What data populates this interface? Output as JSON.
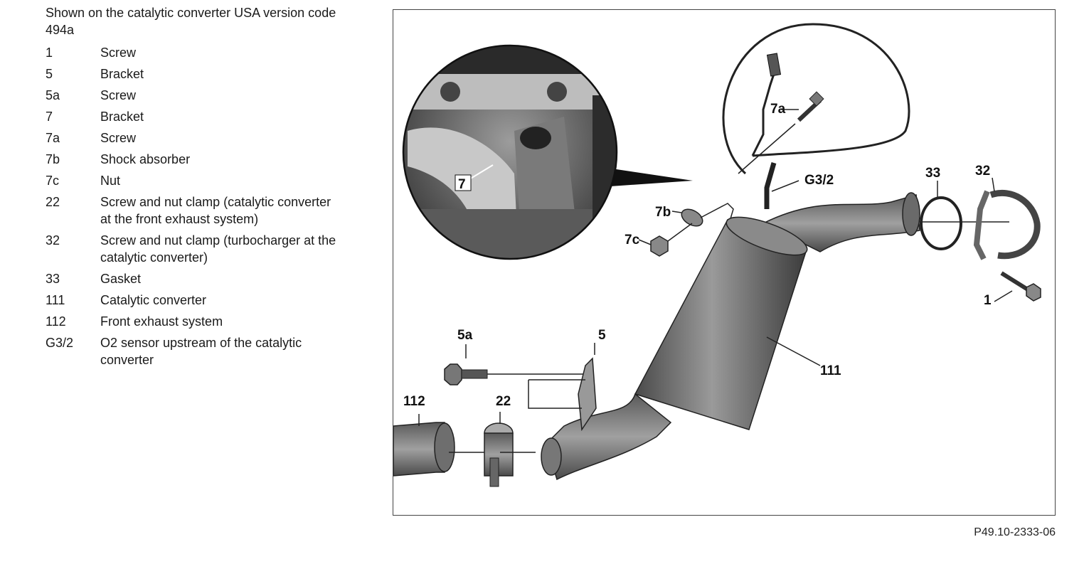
{
  "legend": {
    "title": "Shown on the catalytic converter USA version code 494a",
    "items": [
      {
        "code": "1",
        "desc": "Screw"
      },
      {
        "code": "5",
        "desc": "Bracket"
      },
      {
        "code": "5a",
        "desc": "Screw"
      },
      {
        "code": "7",
        "desc": "Bracket"
      },
      {
        "code": "7a",
        "desc": "Screw"
      },
      {
        "code": "7b",
        "desc": "Shock absorber"
      },
      {
        "code": "7c",
        "desc": "Nut"
      },
      {
        "code": "22",
        "desc": "Screw and nut clamp (catalytic converter at the front exhaust system)"
      },
      {
        "code": "32",
        "desc": "Screw and nut clamp (turbocharger at the catalytic converter)"
      },
      {
        "code": "33",
        "desc": "Gasket"
      },
      {
        "code": "111",
        "desc": "Catalytic converter"
      },
      {
        "code": "112",
        "desc": "Front exhaust system"
      },
      {
        "code": "G3/2",
        "desc": "O2 sensor upstream of the catalytic converter"
      }
    ]
  },
  "diagram": {
    "callouts": {
      "c7": "7",
      "c7a": "7a",
      "c7b": "7b",
      "c7c": "7c",
      "cG32": "G3/2",
      "c33": "33",
      "c32": "32",
      "c1": "1",
      "c111": "111",
      "c5a": "5a",
      "c5": "5",
      "c112": "112",
      "c22": "22"
    },
    "figure_id": "P49.10-2333-06"
  }
}
